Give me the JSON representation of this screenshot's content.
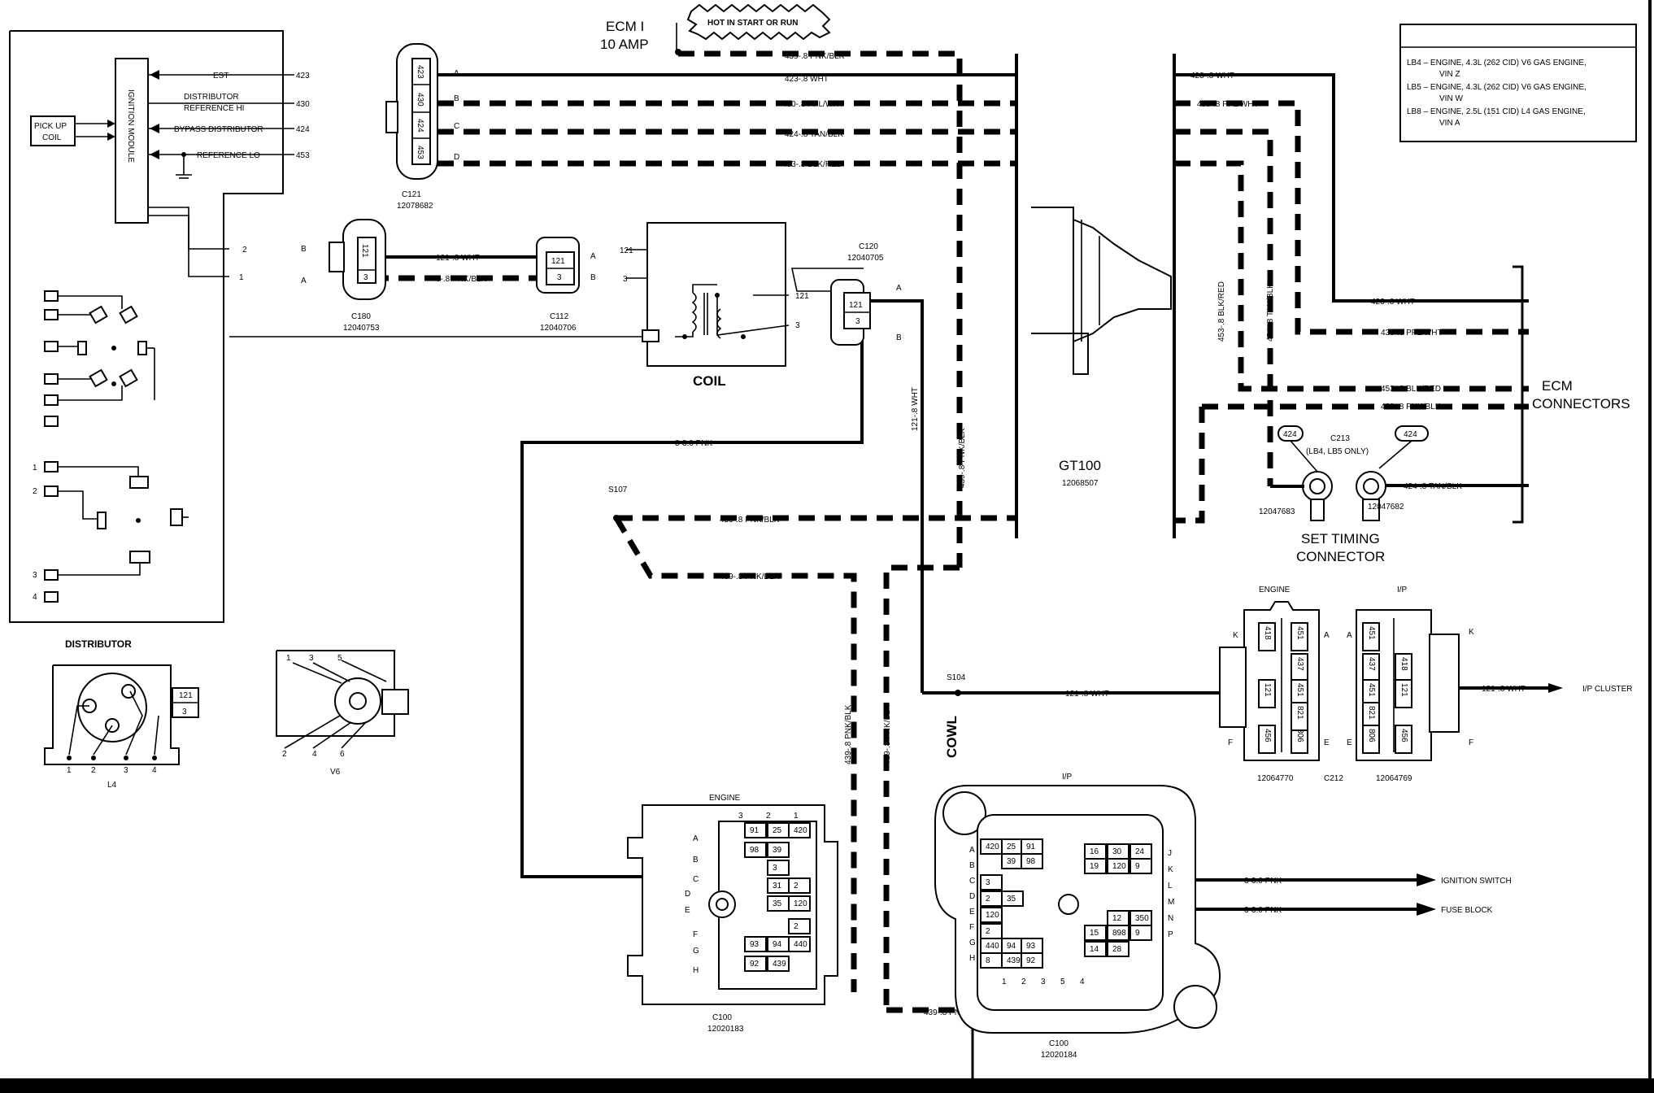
{
  "ecm_fuse": {
    "line1": "ECM I",
    "line2": "10 AMP",
    "hot_note": "HOT IN START OR RUN"
  },
  "legend": {
    "lb4": "LB4 – ENGINE, 4.3L (262 CID) V6 GAS ENGINE,",
    "lb4b": "VIN Z",
    "lb35": "LB5 – ENGINE, 4.3L (262 CID) V6 GAS ENGINE,",
    "lb35b": "VIN W",
    "lb38": "LB8 – ENGINE, 2.5L (151 CID) L4 GAS ENGINE,",
    "lb38b": "VIN A"
  },
  "ignition_module": {
    "title": "IGNITION MODULE",
    "pickup": "PICK UP",
    "coil": "COIL",
    "est": "EST",
    "dist_ref1": "DISTRIBUTOR",
    "dist_ref2": "REFERENCE HI",
    "bypass": "BYPASS DISTRIBUTOR",
    "ref_lo": "REFERENCE LO",
    "c423": "423",
    "c430": "430",
    "c424": "424",
    "c453": "453",
    "pin2": "2",
    "pin1": "1"
  },
  "distributor": {
    "title": "DISTRIBUTOR",
    "l4": "L4",
    "v6": "V6",
    "side1": "1",
    "side2": "2",
    "side3": "3",
    "side4": "4",
    "t121": "121",
    "t3": "3",
    "l4p1": "1",
    "l4p2": "2",
    "l4p3": "3",
    "l4p4": "4",
    "v6p1": "1",
    "v6p3": "3",
    "v6p5": "5",
    "v6p2": "2",
    "v6p4": "4",
    "v6p6": "6"
  },
  "c121": {
    "name": "C121",
    "part": "12078682",
    "p423": "423",
    "p430": "430",
    "p424": "424",
    "p453": "453",
    "pa": "A",
    "pb": "B",
    "pc": "C",
    "pd": "D"
  },
  "c180": {
    "name": "C180",
    "part": "12040753",
    "p121": "121",
    "p3": "3",
    "pb": "B",
    "pa": "A"
  },
  "c112": {
    "name": "C112",
    "part": "12040706",
    "p121": "121",
    "p3": "3",
    "pa": "A",
    "pb": "B"
  },
  "coil": {
    "title": "COIL",
    "t121": "121",
    "t3": "3",
    "r121": "121",
    "r3": "3"
  },
  "c120": {
    "name": "C120",
    "part": "12040705",
    "p121": "121",
    "p3": "3",
    "pa": "A",
    "pb": "B"
  },
  "wires": {
    "w439_top": "439-.8 PNK/BLK",
    "w423": "423-.8 WHT",
    "w430": "430-.8 PPL/WHT",
    "w424": "424-.8 TAN/BLK",
    "w453": "453-.8 BLK/RED",
    "w121_c180": "121-.8 WHT",
    "w3_c180": "3-.8 PNK/BLK",
    "w3_pnk": "3-3.0 PNK",
    "w439_s107a": "439-.8 PNK/BLK",
    "w439_s107b": "439-.8 PNK/BLK",
    "w121_vert": "121-.8 WHT",
    "w439_vert": "439-.8 PNK/BLK",
    "w439_v1": "439-.8 PNK/BLK",
    "w439_v2": "439-.8 PNK/BLK",
    "w121_s104": "121-.8 WHT",
    "w439_bottom": "439-.8 PNK/BLK",
    "w423_r": "423-.8 WHT",
    "w430_r": "430-.8 PPL/WHT",
    "w453_r": "453-.8 BLK/RED",
    "w439_r": "439-.8 PNK/BLK",
    "w424_r": "424-.8 TAN/BLK",
    "w453_vert": "453-.8 BLK/RED",
    "w424_vert": "424-.8 TAN/BLK",
    "w121_ip": "121-.8 WHT",
    "w3_ign": "3-3.0 PNK",
    "w3_fuse": "3-3.0 PNK"
  },
  "splices": {
    "s107": "S107",
    "s104": "S104"
  },
  "gt100": {
    "name": "GT100",
    "part": "12068507"
  },
  "ecm": {
    "line1": "ECM",
    "line2": "CONNECTORS"
  },
  "c213": {
    "name": "C213",
    "note": "(LB4, LB5 ONLY)",
    "tag1": "424",
    "tag2": "424",
    "part1": "12047683",
    "part2": "12047682"
  },
  "set_timing": {
    "line1": "SET TIMING",
    "line2": "CONNECTOR"
  },
  "c212": {
    "name": "C212",
    "engine": "ENGINE",
    "ip": "I/P",
    "part_engine": "12064770",
    "part_ip": "12064769",
    "e_k": "K",
    "e_a": "A",
    "e_f": "F",
    "e_e": "E",
    "i_a": "A",
    "i_k": "K",
    "i_e": "E",
    "i_f": "F",
    "ep": [
      "418",
      "451",
      "437",
      "121",
      "451",
      "456",
      "806",
      "821"
    ],
    "ip_pins": [
      "451",
      "437",
      "418",
      "451",
      "121",
      "821",
      "806",
      "456"
    ],
    "dest": "I/P CLUSTER"
  },
  "c100_engine": {
    "title": "ENGINE",
    "name": "C100",
    "part": "12020183",
    "cols": [
      "3",
      "2",
      "1"
    ],
    "rows": [
      "A",
      "B",
      "C",
      "D",
      "E",
      "F",
      "G",
      "H"
    ],
    "cells": [
      "91",
      "25",
      "420",
      "98",
      "39",
      "3",
      "31",
      "2",
      "35",
      "120",
      "2",
      "93",
      "94",
      "440",
      "92",
      "439"
    ]
  },
  "c100_ip": {
    "title": "I/P",
    "name": "C100",
    "part": "12020184",
    "cowl": "COWL",
    "rows_l": [
      "A",
      "B",
      "C",
      "D",
      "E",
      "F",
      "G",
      "H"
    ],
    "rows_r": [
      "J",
      "K",
      "L",
      "M",
      "N",
      "P"
    ],
    "bottom": [
      "1",
      "2",
      "3",
      "5",
      "4"
    ],
    "cells": [
      "420",
      "25",
      "91",
      "39",
      "98",
      "16",
      "30",
      "24",
      "19",
      "120",
      "9",
      "3",
      "2",
      "35",
      "120",
      "2",
      "12",
      "350",
      "15",
      "898",
      "9",
      "440",
      "94",
      "93",
      "14",
      "28",
      "8",
      "439",
      "92"
    ],
    "ign": "IGNITION SWITCH",
    "fuse": "FUSE BLOCK"
  }
}
